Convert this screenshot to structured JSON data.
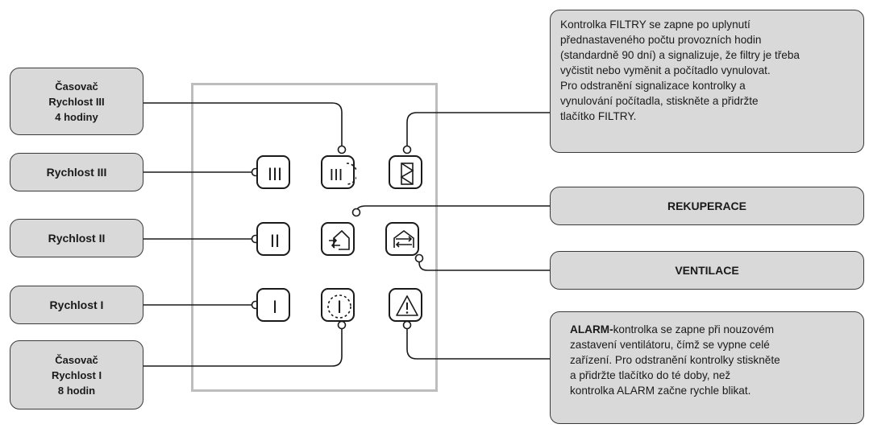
{
  "labels": {
    "timer_speed3": [
      "Časovač",
      "Rychlost III",
      "4 hodiny"
    ],
    "speed3": "Rychlost III",
    "speed2": "Rychlost II",
    "speed1": "Rychlost I",
    "timer_speed1": [
      "Časovač",
      "Rychlost I",
      "8 hodin"
    ],
    "rekuperace": "REKUPERACE",
    "ventilace": "VENTILACE"
  },
  "filters_note": [
    "Kontrolka FILTRY se zapne po uplynutí",
    "přednastaveného počtu provozních hodin",
    "(standardně 90 dní) a signalizuje, že filtry je třeba",
    "vyčistit nebo vyměnit a počítadlo vynulovat.",
    "Pro odstranění signalizace kontrolky a",
    "vynulování počítadla, stiskněte a přidržte",
    "tlačítko FILTRY."
  ],
  "alarm_note": {
    "bold": "ALARM-",
    "lines": [
      "kontrolka se zapne při nouzovém",
      "zastavení  ventilátoru, čímž se vypne celé",
      "zařízení. Pro odstranění  kontrolky stiskněte",
      "a přidržte tlačítko do té doby, než",
      "kontrolka ALARM začne rychle blikat."
    ]
  },
  "buttons": {
    "speed3": "III",
    "speed2": "II",
    "speed1": "I",
    "timer3": "III"
  },
  "colors": {
    "box_fill": "#d9d9d9",
    "panel_border": "#bdbdbd",
    "line": "#1a1a1a"
  }
}
